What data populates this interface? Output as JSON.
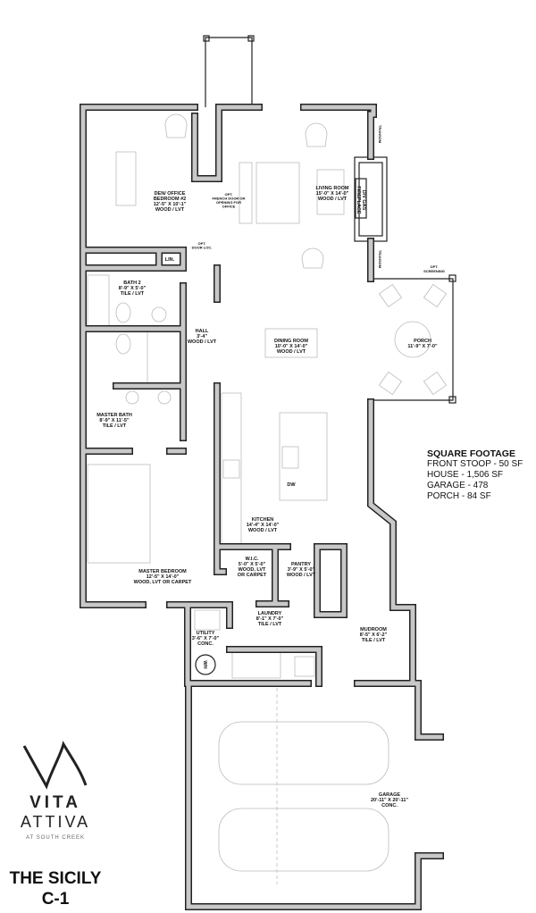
{
  "plan": {
    "rooms": {
      "den": [
        "DEN/ OFFICE",
        "BEDROOM #2",
        "12'-5\" X 10'-1\"",
        "WOOD / LVT"
      ],
      "living": [
        "LIVING ROOM",
        "15'-0\" X 14'-0\"",
        "WOOD / LVT"
      ],
      "bath2": [
        "BATH 2",
        "8'-9\" X 5'-0\"",
        "TILE / LVT"
      ],
      "hall": [
        "HALL",
        "3'-4\"",
        "WOOD / LVT"
      ],
      "dining": [
        "DINING ROOM",
        "10'-0\" X 14'-0\"",
        "WOOD / LVT"
      ],
      "porch": [
        "PORCH",
        "11'-9\" X 7'-0\""
      ],
      "master_bath": [
        "MASTER BATH",
        "8'-9\" X 11'-5\"",
        "TILE / LVT"
      ],
      "kitchen": [
        "KITCHEN",
        "14'-4\" X 14'-0\"",
        "WOOD / LVT"
      ],
      "master_bedroom": [
        "MASTER BEDROOM",
        "12'-5\" X 14'-0\"",
        "WOOD, LVT OR CARPET"
      ],
      "wic": [
        "W.I.C.",
        "5'-0\" X 5'-0\"",
        "WOOD, LVT",
        "OR CARPET"
      ],
      "pantry": [
        "PANTRY",
        "3'-9\" X 5'-0\"",
        "WOOD / LVT"
      ],
      "laundry": [
        "LAUNDRY",
        "8'-1\" X 7'-0\"",
        "TILE / LVT"
      ],
      "utility": [
        "UTILITY",
        "3'-6\" X 7'-0\"",
        "CONC."
      ],
      "mudroom": [
        "MUDROOM",
        "8'-5\" X 6'-2\"",
        "TILE / LVT"
      ],
      "garage": [
        "GARAGE",
        "20'-11\" X 20'-11\"",
        "CONC."
      ]
    },
    "notes": {
      "french_door": [
        "OPT.",
        "FRENCH DOOR OR",
        "OPENING FOR",
        "OFFICE"
      ],
      "door_loc": [
        "OPT.",
        "DOOR LOC."
      ],
      "lin": "LIN.",
      "fireplace": [
        "D/V GAS",
        "FIREPLACE"
      ],
      "transom": "TRANSOM",
      "screening": [
        "OPT.",
        "SCREENING"
      ],
      "dw": "DW",
      "wh": "WH"
    }
  },
  "square_footage": {
    "heading": "SQUARE FOOTAGE",
    "lines": [
      "FRONT STOOP - 50 SF",
      "HOUSE - 1,506 SF",
      "GARAGE - 478",
      "PORCH - 84 SF"
    ]
  },
  "logo": {
    "line1": "VITA",
    "line2": "ATTIVA",
    "line3": "AT SOUTH CREEK"
  },
  "title": {
    "name": "THE SICILY",
    "code": "C-1"
  },
  "colors": {
    "wall_fill": "#c8c8c8",
    "wall_outline": "#222222"
  }
}
